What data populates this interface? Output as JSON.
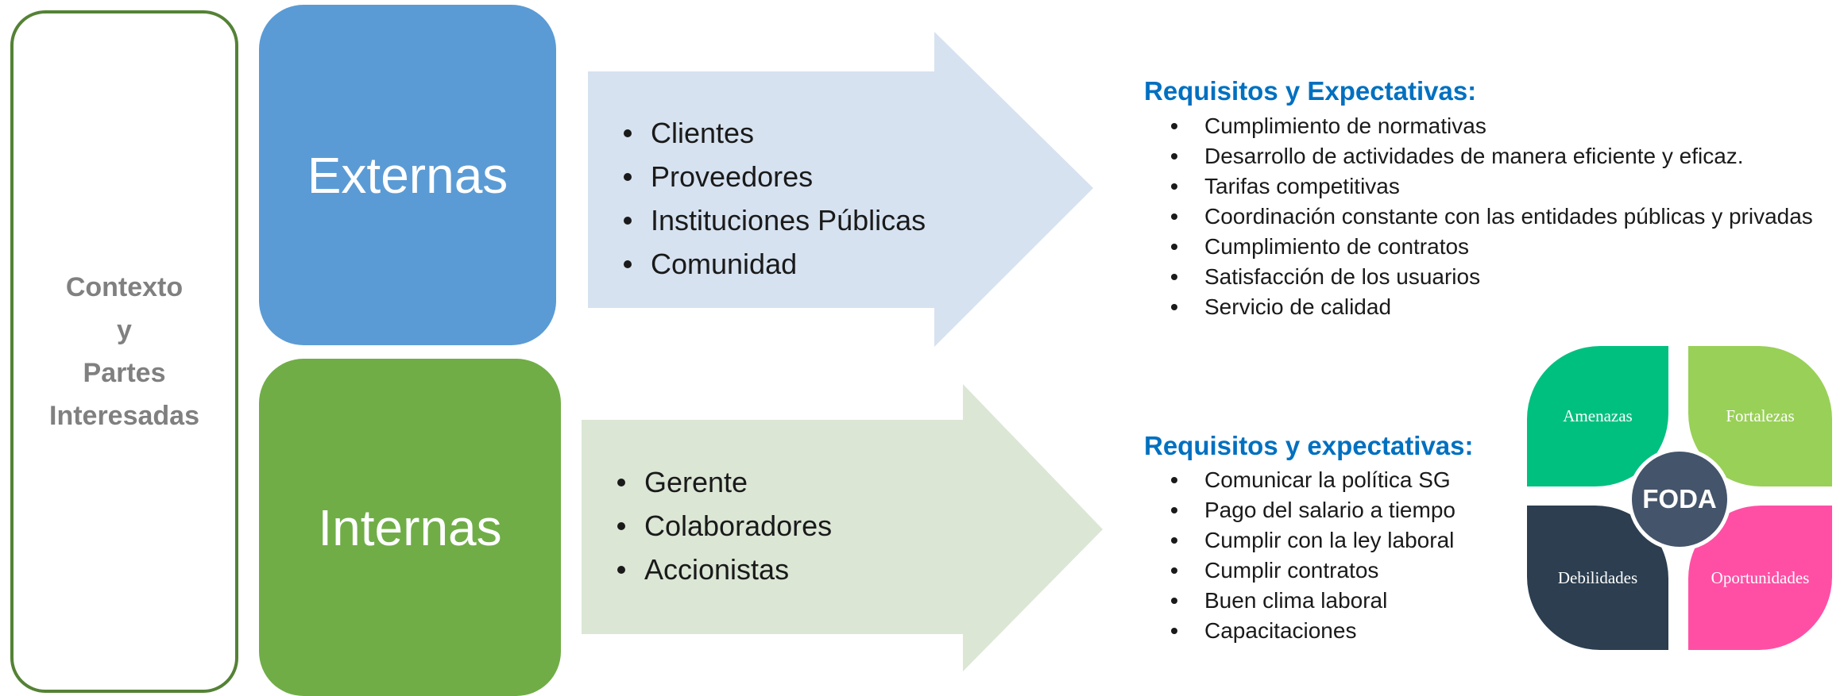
{
  "context": {
    "lines": [
      "Contexto",
      "y",
      "Partes",
      "Interesadas"
    ]
  },
  "externas": {
    "label": "Externas",
    "items": [
      "Clientes",
      "Proveedores",
      "Instituciones Públicas",
      "Comunidad"
    ],
    "color": "#5b9bd5",
    "arrow_color": "#d6e2f0"
  },
  "internas": {
    "label": "Internas",
    "items": [
      "Gerente",
      "Colaboradores",
      "Accionistas"
    ],
    "color": "#70ad47",
    "arrow_color": "#dbe6d5"
  },
  "req_externas": {
    "title": "Requisitos y Expectativas:",
    "items": [
      "Cumplimiento de normativas",
      "Desarrollo de actividades de manera  eficiente y eficaz.",
      "Tarifas competitivas",
      "Coordinación constante con las entidades públicas y privadas",
      "Cumplimiento de contratos",
      "Satisfacción de los usuarios",
      "Servicio de calidad"
    ]
  },
  "req_internas": {
    "title": "Requisitos y expectativas:",
    "items": [
      "Comunicar la política SG",
      "Pago del salario a tiempo",
      "Cumplir con la ley laboral",
      "Cumplir contratos",
      "Buen clima laboral",
      "Capacitaciones"
    ]
  },
  "foda": {
    "center": "FODA",
    "amenazas": "Amenazas",
    "fortalezas": "Fortalezas",
    "debilidades": "Debilidades",
    "oportunidades": "Oportunidades",
    "colors": {
      "amenazas": "#00c07f",
      "fortalezas": "#99d057",
      "debilidades": "#2c3e50",
      "oportunidades": "#ff4fa5",
      "center": "#44546a"
    }
  }
}
